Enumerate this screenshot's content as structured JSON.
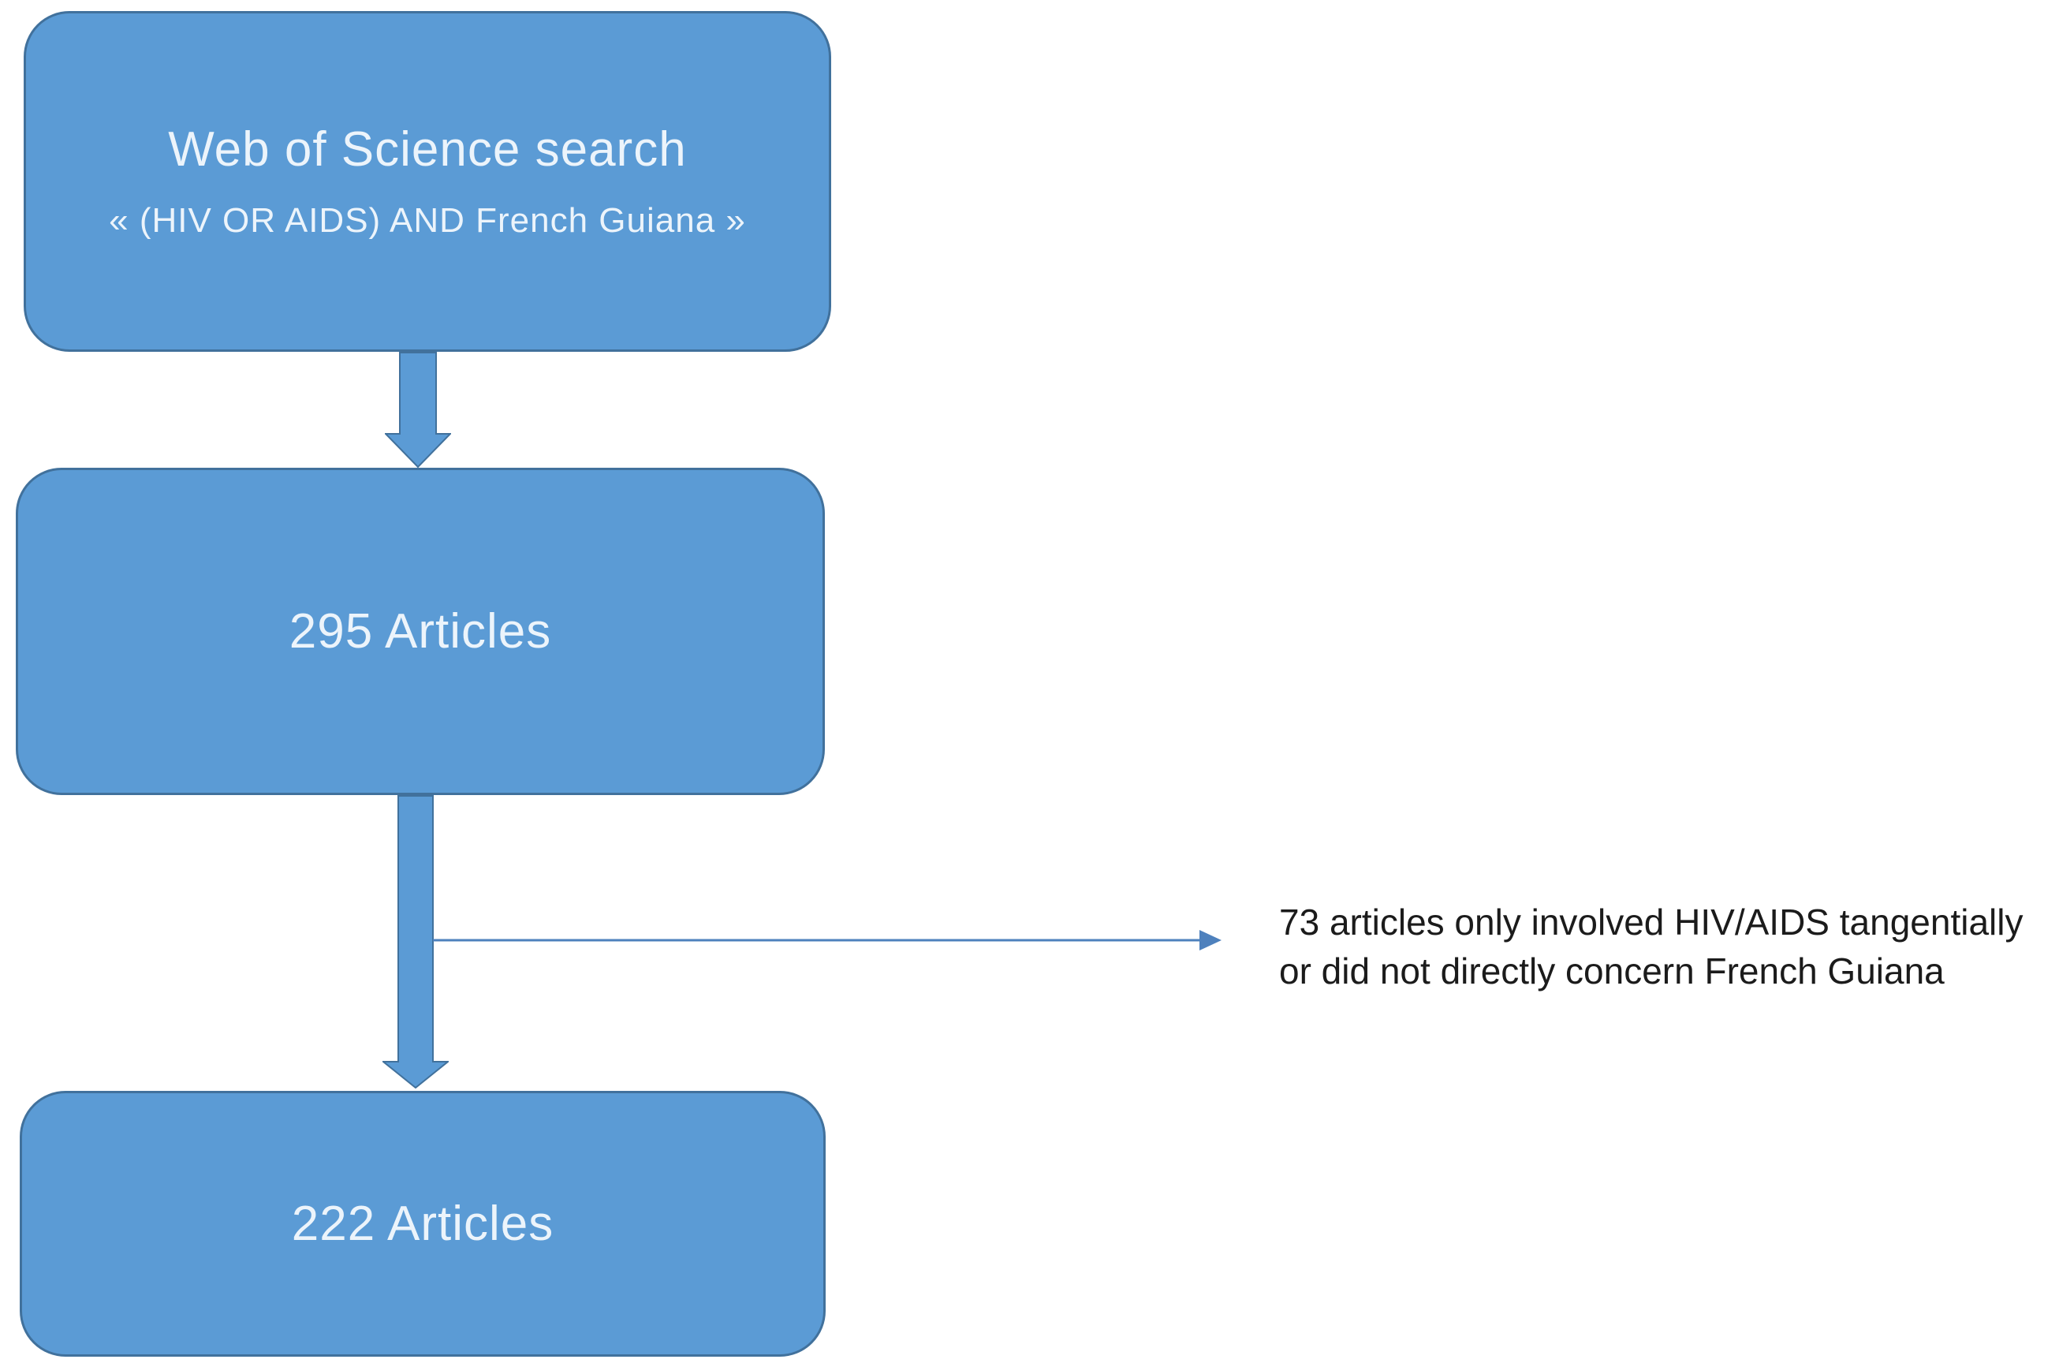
{
  "colors": {
    "box_fill": "#5b9bd5",
    "box_border": "#41719c",
    "box_text": "#ecf4fb",
    "arrow_fill": "#5b9bd5",
    "arrow_border": "#41719c",
    "connector": "#4e81bd",
    "annotation_text": "#1b1b1b",
    "background": "#ffffff"
  },
  "flowchart": {
    "boxes": [
      {
        "title": "Web of Science search",
        "subtitle": "« (HIV OR AIDS) AND French Guiana »"
      },
      {
        "title": "295 Articles"
      },
      {
        "title": "222 Articles"
      }
    ],
    "annotation": {
      "line1": "73 articles only involved HIV/AIDS tangentially",
      "line2": "or did not directly concern French Guiana"
    }
  }
}
